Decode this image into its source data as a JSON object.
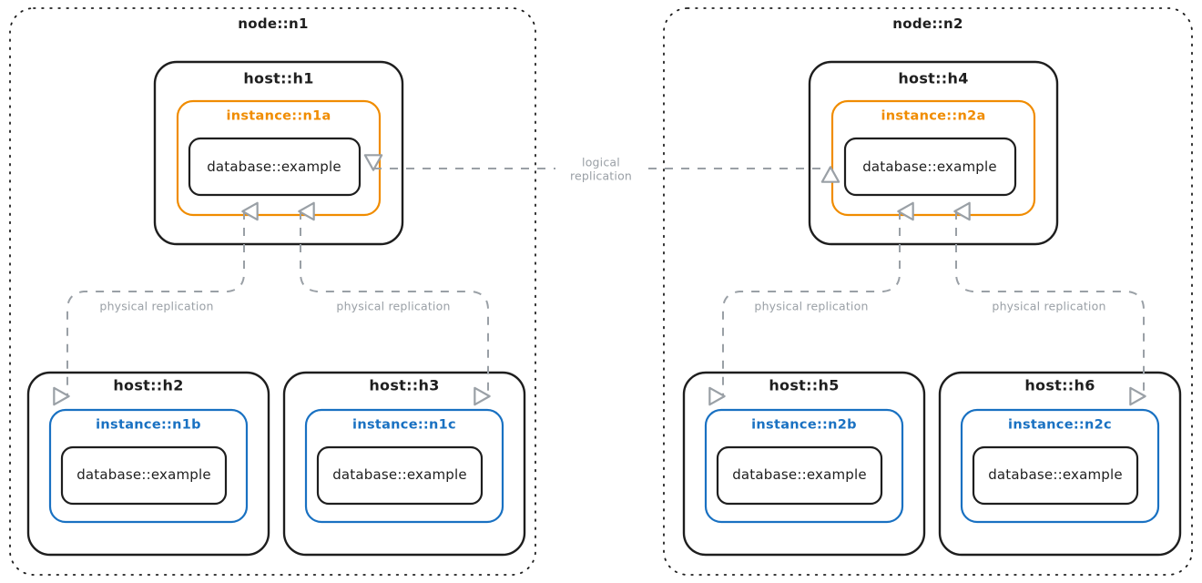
{
  "diagram": {
    "title_present": false,
    "colors": {
      "stroke_dark": "#1e1e1e",
      "orange": "#f08c00",
      "blue": "#1971c2",
      "edge_gray": "#9aa0a6",
      "background": "#ffffff"
    },
    "nodes": [
      {
        "id": "n1",
        "label": "node::n1",
        "hosts": [
          {
            "id": "h1",
            "label": "host::h1",
            "instance": {
              "label": "instance::n1a",
              "color": "orange"
            },
            "database": {
              "label": "database::example"
            }
          },
          {
            "id": "h2",
            "label": "host::h2",
            "instance": {
              "label": "instance::n1b",
              "color": "blue"
            },
            "database": {
              "label": "database::example"
            }
          },
          {
            "id": "h3",
            "label": "host::h3",
            "instance": {
              "label": "instance::n1c",
              "color": "blue"
            },
            "database": {
              "label": "database::example"
            }
          }
        ]
      },
      {
        "id": "n2",
        "label": "node::n2",
        "hosts": [
          {
            "id": "h4",
            "label": "host::h4",
            "instance": {
              "label": "instance::n2a",
              "color": "orange"
            },
            "database": {
              "label": "database::example"
            }
          },
          {
            "id": "h5",
            "label": "host::h5",
            "instance": {
              "label": "instance::n2b",
              "color": "blue"
            },
            "database": {
              "label": "database::example"
            }
          },
          {
            "id": "h6",
            "label": "host::h6",
            "instance": {
              "label": "instance::n2c",
              "color": "blue"
            },
            "database": {
              "label": "database::example"
            }
          }
        ]
      }
    ],
    "edges": [
      {
        "id": "logical",
        "label_line1": "logical",
        "label_line2": "replication",
        "from": "database::example@n1a",
        "to": "database::example@n2a",
        "direction": "bidirectional",
        "style": "dashed"
      },
      {
        "id": "phys-n1b",
        "label": "physical replication",
        "from": "instance::n1a",
        "to": "host::h2",
        "direction": "bidirectional",
        "style": "dashed"
      },
      {
        "id": "phys-n1c",
        "label": "physical replication",
        "from": "instance::n1a",
        "to": "host::h3",
        "direction": "bidirectional",
        "style": "dashed"
      },
      {
        "id": "phys-n2b",
        "label": "physical replication",
        "from": "instance::n2a",
        "to": "host::h5",
        "direction": "bidirectional",
        "style": "dashed"
      },
      {
        "id": "phys-n2c",
        "label": "physical replication",
        "from": "instance::n2a",
        "to": "host::h6",
        "direction": "bidirectional",
        "style": "dashed"
      }
    ]
  }
}
